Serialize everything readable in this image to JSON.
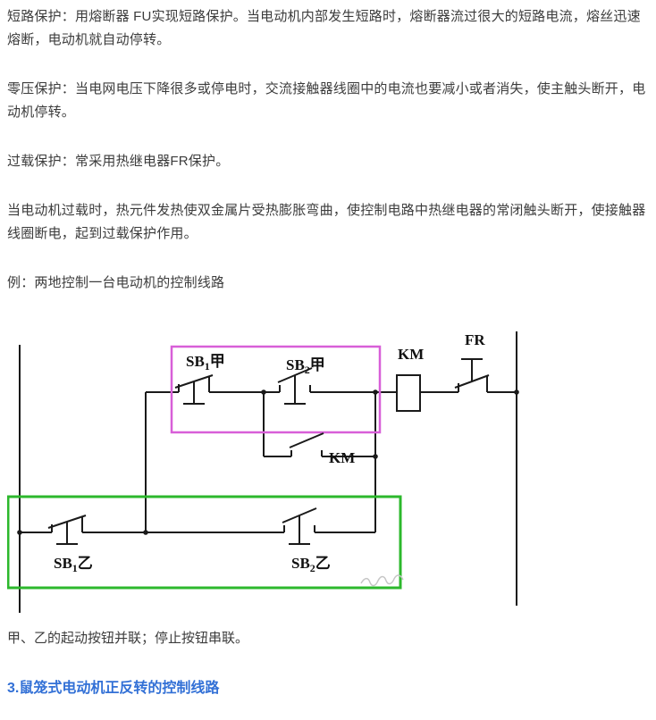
{
  "page": {
    "text_color": "#3c3c3c",
    "heading_color": "#3270d6"
  },
  "content": {
    "paragraphs": [
      "短路保护：用熔断器 FU实现短路保护。当电动机内部发生短路时，熔断器流过很大的短路电流，熔丝迅速熔断，电动机就自动停转。",
      "零压保护：当电网电压下降很多或停电时，交流接触器线圈中的电流也要减小或者消失，使主触头断开，电动机停转。",
      "过载保护：常采用热继电器FR保护。",
      "当电动机过载时，热元件发热使双金属片受热膨胀弯曲，使控制电路中热继电器的常闭触头断开，使接触器线圈断电，起到过载保护作用。",
      "例：两地控制一台电动机的控制线路"
    ],
    "caption": "甲、乙的起动按钮并联；停止按钮串联。",
    "heading": "3.鼠笼式电动机正反转的控制线路"
  },
  "diagram": {
    "highlight_jia_color": "#d85fd8",
    "highlight_yi_color": "#2cb82c",
    "labels": {
      "sb1_jia": {
        "base": "SB",
        "sub": "1",
        "loc": "甲"
      },
      "sb2_jia": {
        "base": "SB",
        "sub": "2",
        "loc": "甲"
      },
      "km_coil": "KM",
      "km_contact": "KM",
      "fr": "FR",
      "sb1_yi": {
        "base": "SB",
        "sub": "1",
        "loc": "乙"
      },
      "sb2_yi": {
        "base": "SB",
        "sub": "2",
        "loc": "乙"
      }
    }
  }
}
